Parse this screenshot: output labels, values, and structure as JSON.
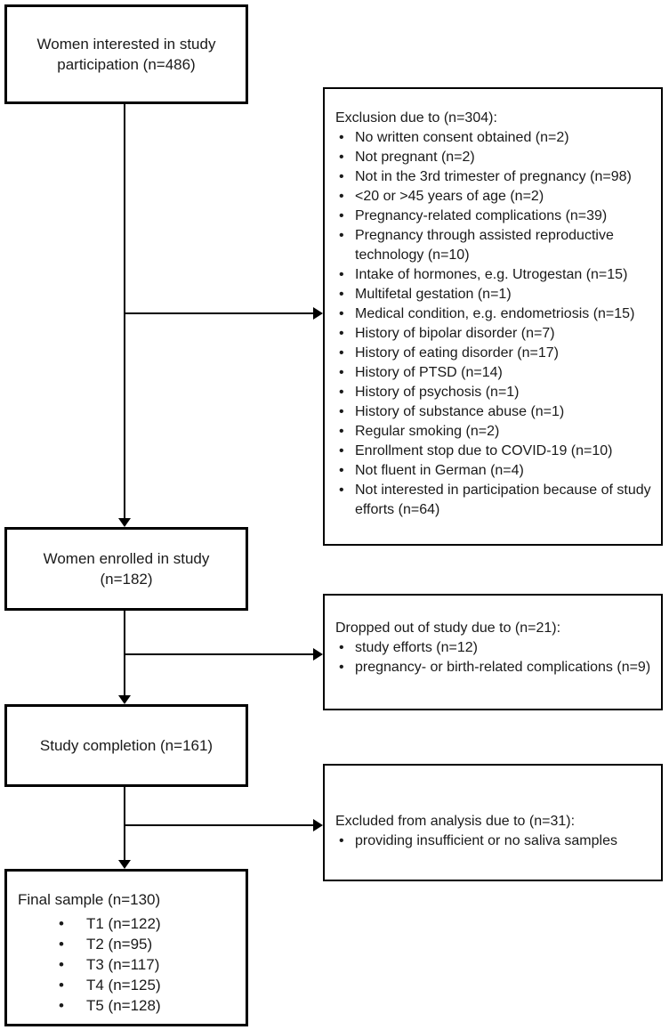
{
  "flow": {
    "interested": {
      "line1": "Women interested in study",
      "line2": "participation (n=486)"
    },
    "enrolled": {
      "line1": "Women enrolled in study",
      "line2": "(n=182)"
    },
    "completion": {
      "line1": "Study completion (n=161)"
    },
    "final_sample": {
      "title": "Final sample (n=130)",
      "items": [
        "T1 (n=122)",
        "T2 (n=95)",
        "T3 (n=117)",
        "T4 (n=125)",
        "T5 (n=128)"
      ]
    }
  },
  "side": {
    "exclusion": {
      "title": "Exclusion due to (n=304):",
      "items": [
        "No written consent obtained (n=2)",
        "Not pregnant (n=2)",
        "Not in the 3rd trimester of pregnancy (n=98)",
        "<20 or >45 years of age (n=2)",
        "Pregnancy-related complications (n=39)",
        "Pregnancy through assisted reproductive technology (n=10)",
        "Intake of hormones, e.g. Utrogestan (n=15)",
        "Multifetal gestation (n=1)",
        "Medical condition, e.g. endometriosis (n=15)",
        "History of bipolar disorder (n=7)",
        "History of eating disorder (n=17)",
        "History of PTSD (n=14)",
        "History of psychosis (n=1)",
        "History of substance abuse (n=1)",
        "Regular smoking (n=2)",
        "Enrollment stop due to COVID-19 (n=10)",
        "Not fluent in German (n=4)",
        "Not interested in participation because of study efforts (n=64)"
      ]
    },
    "dropout": {
      "title": "Dropped out of study due to (n=21):",
      "items": [
        "study efforts (n=12)",
        "pregnancy- or birth-related complications (n=9)"
      ]
    },
    "analysis": {
      "title": "Excluded from analysis due to (n=31):",
      "items": [
        "providing insufficient or no saliva samples"
      ]
    }
  },
  "colors": {
    "border": "#000000",
    "text": "#1a1a1a",
    "background": "#ffffff"
  }
}
